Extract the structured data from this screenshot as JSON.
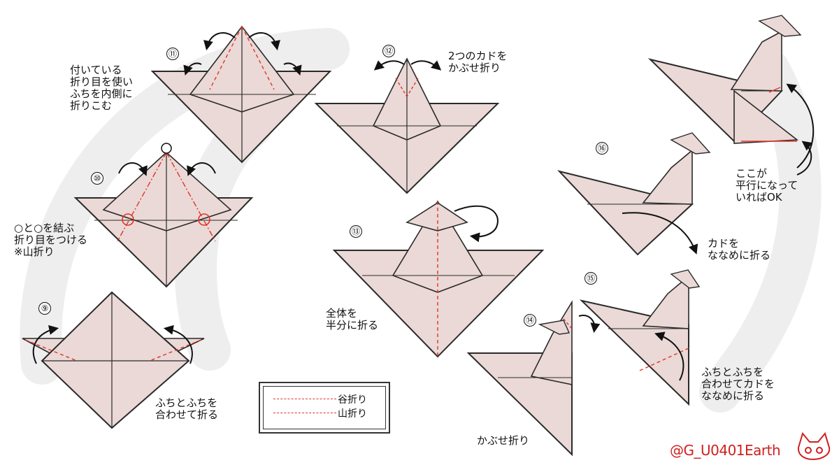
{
  "colors": {
    "paper": "#ead9d6",
    "outline": "#2a2a2a",
    "fold_red": "#e0342a",
    "bg_watermark": "#ececec",
    "credit": "#d02020"
  },
  "steps": [
    {
      "number": "⑨",
      "text": "ふちとふちを\n合わせて折る"
    },
    {
      "number": "⑩",
      "text": "○と○を結ぶ\n折り目をつける\n※山折り"
    },
    {
      "number": "⑪",
      "text": "付いている\n折り目を使い\nふちを内側に\n折りこむ"
    },
    {
      "number": "⑫",
      "text": "2つのカドを\nかぶせ折り"
    },
    {
      "number": "⑬",
      "text": "全体を\n半分に折る"
    },
    {
      "number": "⑭",
      "text": "かぶせ折り"
    },
    {
      "number": "⑮",
      "text": "ふちとふちを\n合わせてカドを\nななめに折る"
    },
    {
      "number": "⑯",
      "text": "カドを\nななめに折る"
    }
  ],
  "final_note": "ここが\n平行になって\nいればOK",
  "legend": {
    "valley": "谷折り",
    "mountain": "山折り"
  },
  "credit": "@G_U0401Earth",
  "icons": [
    "curved-arrow-icon",
    "circle-marker-icon",
    "cat-face-icon"
  ]
}
